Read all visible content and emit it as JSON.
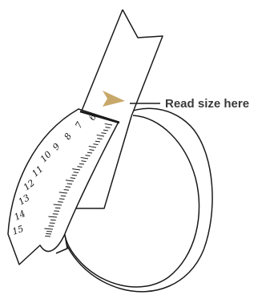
{
  "callout": {
    "text": "Read size here"
  },
  "colors": {
    "pointer": "#c8a86a",
    "ink": "#1a1a1a",
    "label": "#3a3a3a"
  },
  "scale": {
    "numbers": [
      "6",
      "7",
      "8",
      "9",
      "10",
      "11",
      "12",
      "13",
      "14",
      "15"
    ]
  }
}
